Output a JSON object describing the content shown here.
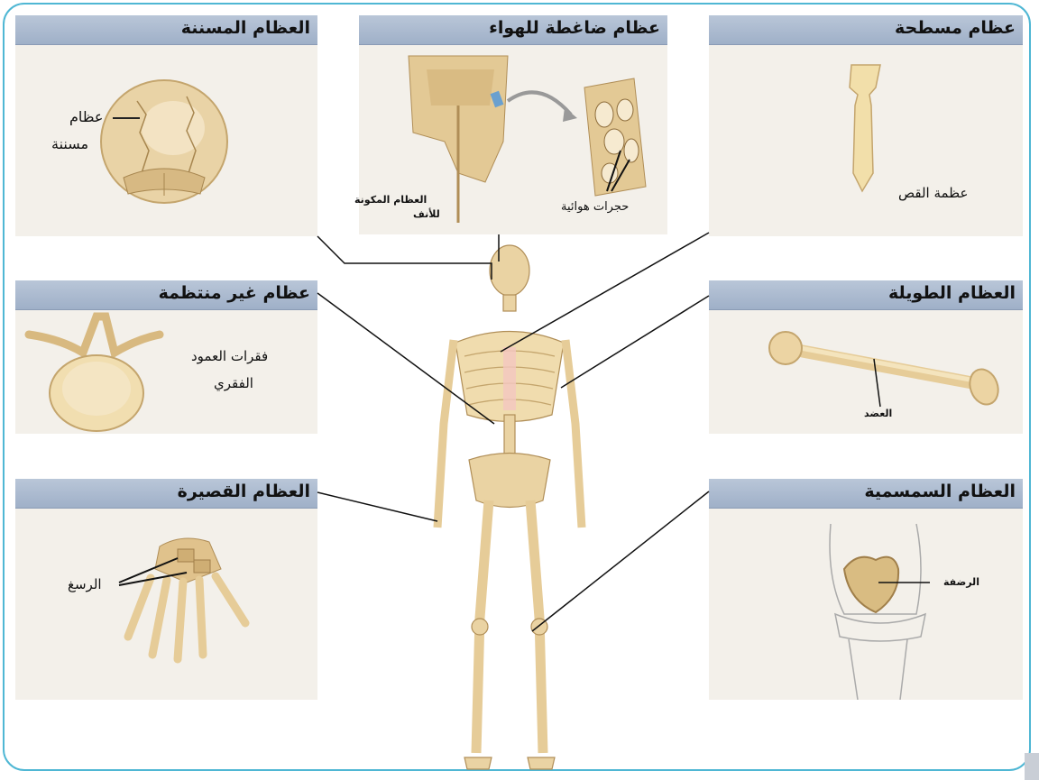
{
  "panels": {
    "sutural": {
      "title": "العظام المسننة",
      "label_line1": "عظام",
      "label_line2": "مسننة"
    },
    "pneumatic": {
      "title": "عظام ضاغطة للهواء",
      "label_nasal_line1": "العظام المكونة",
      "label_nasal_line2": "للأنف",
      "label_air_cells": "حجرات هوائية"
    },
    "flat": {
      "title": "عظام مسطحة",
      "label": "عظمة القص"
    },
    "irregular": {
      "title": "عظام غير منتظمة",
      "label_line1": "فقرات العمود",
      "label_line2": "الفقري"
    },
    "long": {
      "title": "العظام الطويلة",
      "label": "العضد"
    },
    "short": {
      "title": "العظام القصيرة",
      "label": "الرسغ"
    },
    "sesamoid": {
      "title": "العظام السمسمية",
      "label": "الرضفة"
    }
  },
  "colors": {
    "border": "#4fb7d4",
    "header": "#a9b8cd",
    "bone": "#e8d2a4",
    "bone_shade": "#c9a86e",
    "panel_bg": "#f3f0ea"
  }
}
